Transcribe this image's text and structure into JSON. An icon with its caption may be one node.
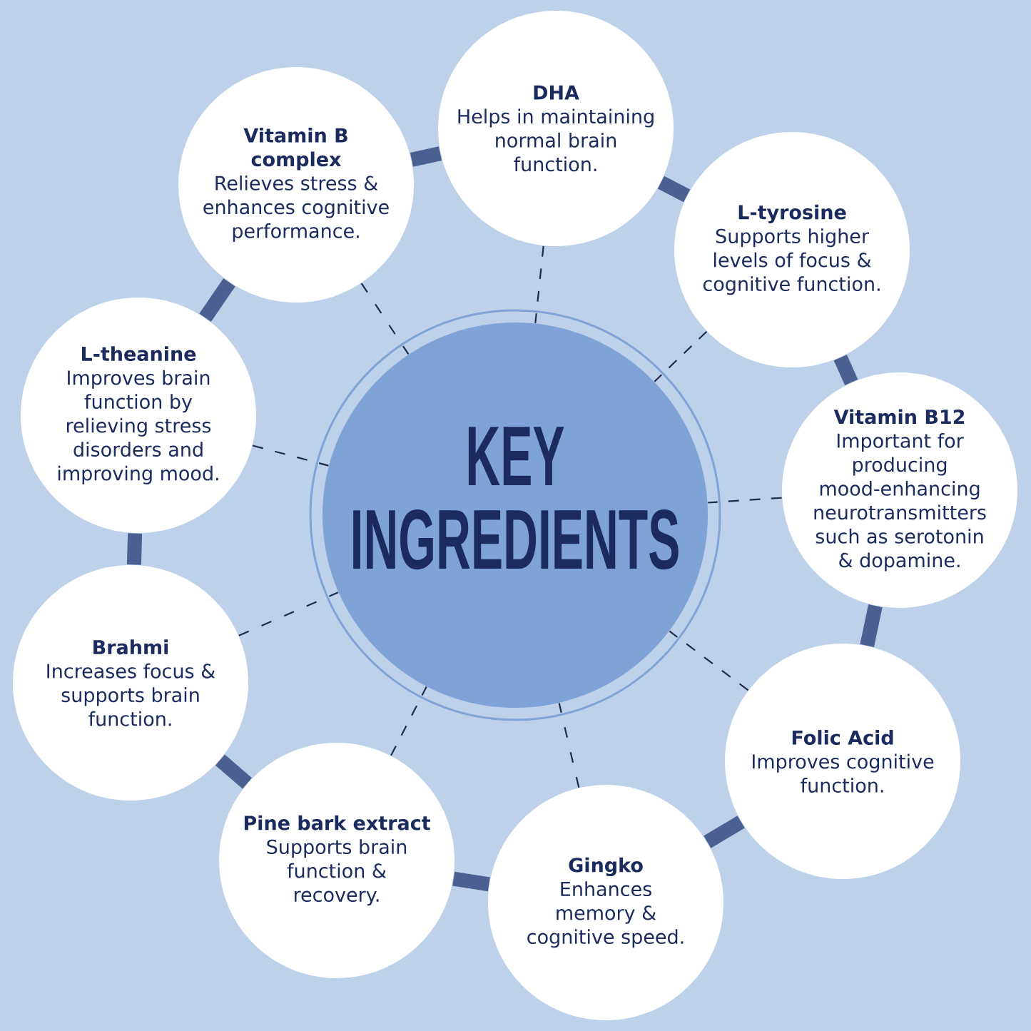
{
  "diagram": {
    "nodes": [
      {
        "text": [
          "KEY INGREDIENTS"
        ]
      },
      {
        "text": [
          "DHA",
          "Helps in maintaining normal brain function."
        ]
      },
      {
        "text": [
          "L-tyrosine",
          "Supports higher levels of focus & cognitive function."
        ]
      },
      {
        "text": [
          "Vitamin B12",
          "Important for producing mood-enhancing neurotransmitters such as serotonin & dopamine."
        ]
      },
      {
        "text": [
          "Folic Acid",
          "Improves cognitive function."
        ]
      },
      {
        "text": [
          "Gingko",
          "Enhances memory & cognitive speed."
        ]
      },
      {
        "text": [
          "Pine bark extract",
          "Supports brain function & recovery."
        ]
      },
      {
        "text": [
          "Brahmi",
          "Increases focus & supports brain function."
        ]
      },
      {
        "text": [
          "L-theanine",
          "Improves brain function by relieving stress disorders and improving mood."
        ]
      },
      {
        "text": [
          "Vitamin B complex",
          "Relieves stress & enhances cognitive performance."
        ]
      }
    ],
    "edges": [
      {
        "from": 1,
        "to": 0,
        "arrow": "none",
        "style": "dashed"
      },
      {
        "from": 2,
        "to": 0,
        "arrow": "none",
        "style": "dashed"
      },
      {
        "from": 3,
        "to": 0,
        "arrow": "none",
        "style": "dashed"
      },
      {
        "from": 4,
        "to": 0,
        "arrow": "none",
        "style": "dashed"
      },
      {
        "from": 5,
        "to": 0,
        "arrow": "none",
        "style": "dashed"
      },
      {
        "from": 6,
        "to": 0,
        "arrow": "none",
        "style": "dashed"
      },
      {
        "from": 7,
        "to": 0,
        "arrow": "none",
        "style": "dashed"
      },
      {
        "from": 8,
        "to": 0,
        "arrow": "none",
        "style": "dashed"
      },
      {
        "from": 9,
        "to": 0,
        "arrow": "none",
        "style": "dashed"
      },
      {
        "from": 1,
        "to": 2,
        "arrow": "none",
        "style": "thick",
        "color": "#4a6091"
      },
      {
        "from": 2,
        "to": 3,
        "arrow": "none",
        "style": "thick",
        "color": "#4a6091"
      },
      {
        "from": 3,
        "to": 4,
        "arrow": "none",
        "style": "thick",
        "color": "#4a6091"
      },
      {
        "from": 4,
        "to": 5,
        "arrow": "none",
        "style": "thick",
        "color": "#4a6091"
      },
      {
        "from": 5,
        "to": 6,
        "arrow": "none",
        "style": "thick",
        "color": "#4a6091"
      },
      {
        "from": 6,
        "to": 7,
        "arrow": "none",
        "style": "thick",
        "color": "#4a6091"
      },
      {
        "from": 7,
        "to": 8,
        "arrow": "none",
        "style": "thick",
        "color": "#4a6091"
      },
      {
        "from": 8,
        "to": 9,
        "arrow": "none",
        "style": "thick",
        "color": "#4a6091"
      },
      {
        "from": 9,
        "to": 1,
        "arrow": "none",
        "style": "thick",
        "color": "#4a6091"
      }
    ]
  }
}
